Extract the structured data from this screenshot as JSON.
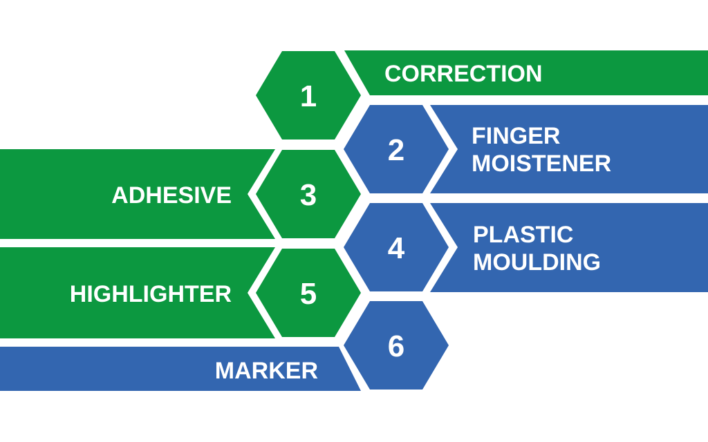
{
  "colors": {
    "green": "#0C9840",
    "blue": "#3366B0",
    "background": "#FFFFFF",
    "text": "#FFFFFF"
  },
  "items": [
    {
      "number": "1",
      "label_line1": "CORRECTION",
      "label_line2": "",
      "color": "green"
    },
    {
      "number": "2",
      "label_line1": "FINGER",
      "label_line2": "MOISTENER",
      "color": "blue"
    },
    {
      "number": "3",
      "label_line1": "ADHESIVE",
      "label_line2": "",
      "color": "green"
    },
    {
      "number": "4",
      "label_line1": "PLASTIC",
      "label_line2": "MOULDING",
      "color": "blue"
    },
    {
      "number": "5",
      "label_line1": "HIGHLIGHTER",
      "label_line2": "",
      "color": "green"
    },
    {
      "number": "6",
      "label_line1": "MARKER",
      "label_line2": "",
      "color": "blue"
    }
  ]
}
